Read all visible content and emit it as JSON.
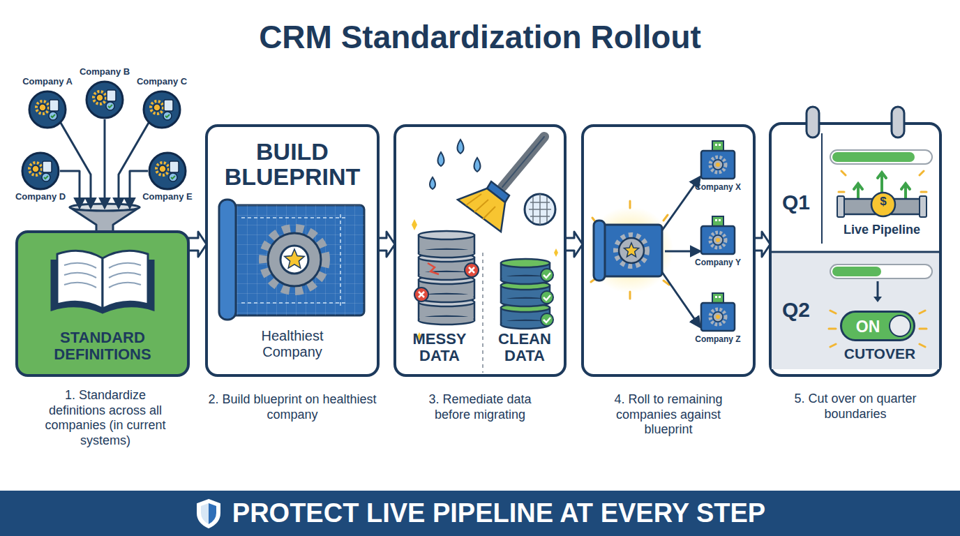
{
  "diagram": {
    "title": "CRM Standardization Rollout",
    "nodes": [
      {
        "text": [
          "Company A"
        ]
      },
      {
        "text": [
          "Company B"
        ]
      },
      {
        "text": [
          "Company C"
        ]
      },
      {
        "text": [
          "Company D"
        ]
      },
      {
        "text": [
          "Company E"
        ]
      },
      {
        "text": [
          "STANDARD DEFINITIONS",
          "1. Standardize definitions across all companies (in current systems)"
        ]
      },
      {
        "text": [
          "BUILD BLUEPRINT",
          "Healthiest Company",
          "2. Build blueprint on healthiest company"
        ]
      },
      {
        "text": [
          "MESSY DATA",
          "CLEAN DATA",
          "3. Remediate data before migrating"
        ]
      },
      {
        "text": [
          "4. Roll to remaining companies against blueprint"
        ]
      },
      {
        "text": [
          "Company X"
        ],
        "in": 8
      },
      {
        "text": [
          "Company Y"
        ],
        "in": 8
      },
      {
        "text": [
          "Company Z"
        ],
        "in": 8
      },
      {
        "text": [
          "Q1",
          "Live Pipeline",
          "Q2",
          "CUTOVER",
          "5. Cut over on quarter boundaries"
        ]
      },
      {
        "text": [
          "ON"
        ],
        "in": 12
      },
      {
        "text": [
          "PROTECT LIVE PIPELINE AT EVERY STEP"
        ]
      }
    ],
    "edges": [
      {
        "from": 0,
        "to": 5,
        "arrow": "to"
      },
      {
        "from": 1,
        "to": 5,
        "arrow": "to"
      },
      {
        "from": 2,
        "to": 5,
        "arrow": "to"
      },
      {
        "from": 3,
        "to": 5,
        "arrow": "to"
      },
      {
        "from": 4,
        "to": 5,
        "arrow": "to"
      },
      {
        "from": 5,
        "to": 6,
        "arrow": "to"
      },
      {
        "from": 6,
        "to": 7,
        "arrow": "to"
      },
      {
        "from": 7,
        "to": 8,
        "arrow": "to"
      },
      {
        "from": 8,
        "to": 12,
        "arrow": "to"
      }
    ],
    "labels": [
      "$"
    ]
  }
}
